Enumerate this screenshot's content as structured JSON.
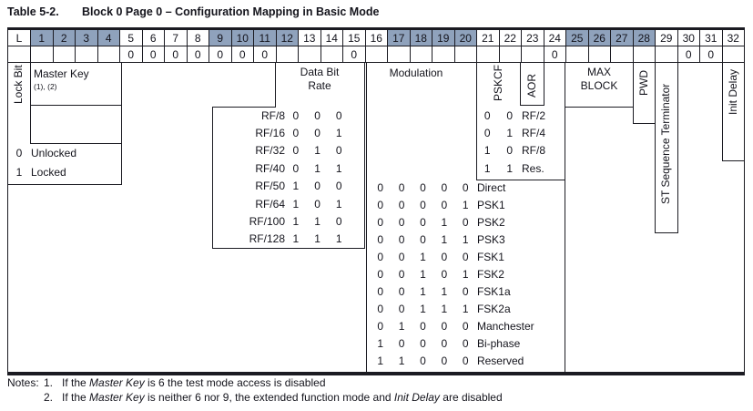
{
  "title": {
    "label": "Table 5-2.",
    "text": "Block 0 Page 0 – Configuration Mapping in Basic Mode"
  },
  "colors": {
    "header_shade": "#8fa2bc",
    "border": "#1b1b22"
  },
  "bit_header": {
    "lock_column_label": "L",
    "bits": [
      "1",
      "2",
      "3",
      "4",
      "5",
      "6",
      "7",
      "8",
      "9",
      "10",
      "11",
      "12",
      "13",
      "14",
      "15",
      "16",
      "17",
      "18",
      "19",
      "20",
      "21",
      "22",
      "23",
      "24",
      "25",
      "26",
      "27",
      "28",
      "29",
      "30",
      "31",
      "32"
    ],
    "shaded_groups": [
      [
        1,
        4
      ],
      [
        9,
        12
      ],
      [
        17,
        20
      ],
      [
        25,
        28
      ]
    ]
  },
  "preset_values": {
    "5": "0",
    "6": "0",
    "7": "0",
    "8": "0",
    "9": "0",
    "10": "0",
    "11": "0",
    "15": "0",
    "24": "0",
    "30": "0",
    "31": "0"
  },
  "lock_bit": {
    "vertical_label": "Lock Bit",
    "legend": [
      {
        "value": "0",
        "label": "Unlocked"
      },
      {
        "value": "1",
        "label": "Locked"
      }
    ]
  },
  "master_key": {
    "label": "Master Key",
    "note_refs": "(1), (2)"
  },
  "data_bit_rate": {
    "label_line1": "Data Bit",
    "label_line2": "Rate",
    "rows": [
      {
        "label": "RF/8",
        "bits": [
          "0",
          "0",
          "0"
        ]
      },
      {
        "label": "RF/16",
        "bits": [
          "0",
          "0",
          "1"
        ]
      },
      {
        "label": "RF/32",
        "bits": [
          "0",
          "1",
          "0"
        ]
      },
      {
        "label": "RF/40",
        "bits": [
          "0",
          "1",
          "1"
        ]
      },
      {
        "label": "RF/50",
        "bits": [
          "1",
          "0",
          "0"
        ]
      },
      {
        "label": "RF/64",
        "bits": [
          "1",
          "0",
          "1"
        ]
      },
      {
        "label": "RF/100",
        "bits": [
          "1",
          "1",
          "0"
        ]
      },
      {
        "label": "RF/128",
        "bits": [
          "1",
          "1",
          "1"
        ]
      }
    ]
  },
  "modulation": {
    "label": "Modulation",
    "rows": [
      {
        "bits": [
          "0",
          "0",
          "0",
          "0",
          "0"
        ],
        "label": "Direct"
      },
      {
        "bits": [
          "0",
          "0",
          "0",
          "0",
          "1"
        ],
        "label": "PSK1"
      },
      {
        "bits": [
          "0",
          "0",
          "0",
          "1",
          "0"
        ],
        "label": "PSK2"
      },
      {
        "bits": [
          "0",
          "0",
          "0",
          "1",
          "1"
        ],
        "label": "PSK3"
      },
      {
        "bits": [
          "0",
          "0",
          "1",
          "0",
          "0"
        ],
        "label": "FSK1"
      },
      {
        "bits": [
          "0",
          "0",
          "1",
          "0",
          "1"
        ],
        "label": "FSK2"
      },
      {
        "bits": [
          "0",
          "0",
          "1",
          "1",
          "0"
        ],
        "label": "FSK1a"
      },
      {
        "bits": [
          "0",
          "0",
          "1",
          "1",
          "1"
        ],
        "label": "FSK2a"
      },
      {
        "bits": [
          "0",
          "1",
          "0",
          "0",
          "0"
        ],
        "label": "Manchester"
      },
      {
        "bits": [
          "1",
          "0",
          "0",
          "0",
          "0"
        ],
        "label": "Bi-phase"
      },
      {
        "bits": [
          "1",
          "1",
          "0",
          "0",
          "0"
        ],
        "label": "Reserved"
      }
    ]
  },
  "pskcf": {
    "label": "PSKCF",
    "rows": [
      {
        "bits": [
          "0",
          "0"
        ],
        "label": "RF/2"
      },
      {
        "bits": [
          "0",
          "1"
        ],
        "label": "RF/4"
      },
      {
        "bits": [
          "1",
          "0"
        ],
        "label": "RF/8"
      },
      {
        "bits": [
          "1",
          "1"
        ],
        "label": "Res."
      }
    ]
  },
  "aor": {
    "label": "AOR"
  },
  "max_block": {
    "label_line1": "MAX",
    "label_line2": "BLOCK"
  },
  "pwd": {
    "label": "PWD"
  },
  "st_sequence_terminator": {
    "label": "ST Sequence Terminator"
  },
  "init_delay": {
    "label": "Init Delay"
  },
  "notes": {
    "label": "Notes:",
    "items": [
      {
        "num": "1.",
        "parts": [
          {
            "t": "If the "
          },
          {
            "t": "Master Key",
            "i": true
          },
          {
            "t": " is 6 the test mode access is disabled"
          }
        ]
      },
      {
        "num": "2.",
        "parts": [
          {
            "t": "If the "
          },
          {
            "t": "Master Key",
            "i": true
          },
          {
            "t": " is neither 6 nor 9, the extended function mode and "
          },
          {
            "t": "Init Delay",
            "i": true
          },
          {
            "t": " are disabled"
          }
        ]
      }
    ]
  }
}
